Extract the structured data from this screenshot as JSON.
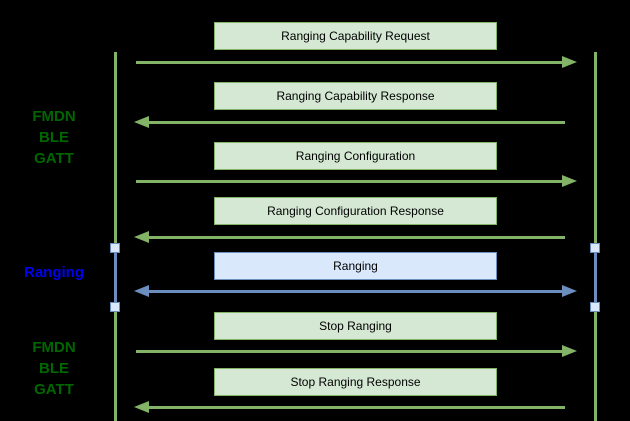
{
  "diagram": {
    "side_labels": [
      {
        "text": "FMDN\nBLE\nGATT",
        "role": "gatt"
      },
      {
        "text": "Ranging",
        "role": "ranging"
      },
      {
        "text": "FMDN\nBLE\nGATT",
        "role": "gatt"
      }
    ],
    "messages": [
      {
        "label": "Ranging Capability Request",
        "direction": "right",
        "scheme": "green"
      },
      {
        "label": "Ranging Capability Response",
        "direction": "left",
        "scheme": "green"
      },
      {
        "label": "Ranging Configuration",
        "direction": "right",
        "scheme": "green"
      },
      {
        "label": "Ranging Configuration Response",
        "direction": "left",
        "scheme": "green"
      },
      {
        "label": "Ranging",
        "direction": "both",
        "scheme": "blue"
      },
      {
        "label": "Stop Ranging",
        "direction": "right",
        "scheme": "green"
      },
      {
        "label": "Stop Ranging Response",
        "direction": "left",
        "scheme": "green"
      }
    ],
    "colors": {
      "background": "#000000",
      "green_fill": "#d5e8d4",
      "green_stroke": "#82b366",
      "blue_fill": "#dae8fc",
      "blue_stroke": "#6c8ebf",
      "gatt_label_color": "#006600",
      "ranging_label_color": "#0000ee",
      "message_text": "#000000"
    }
  }
}
